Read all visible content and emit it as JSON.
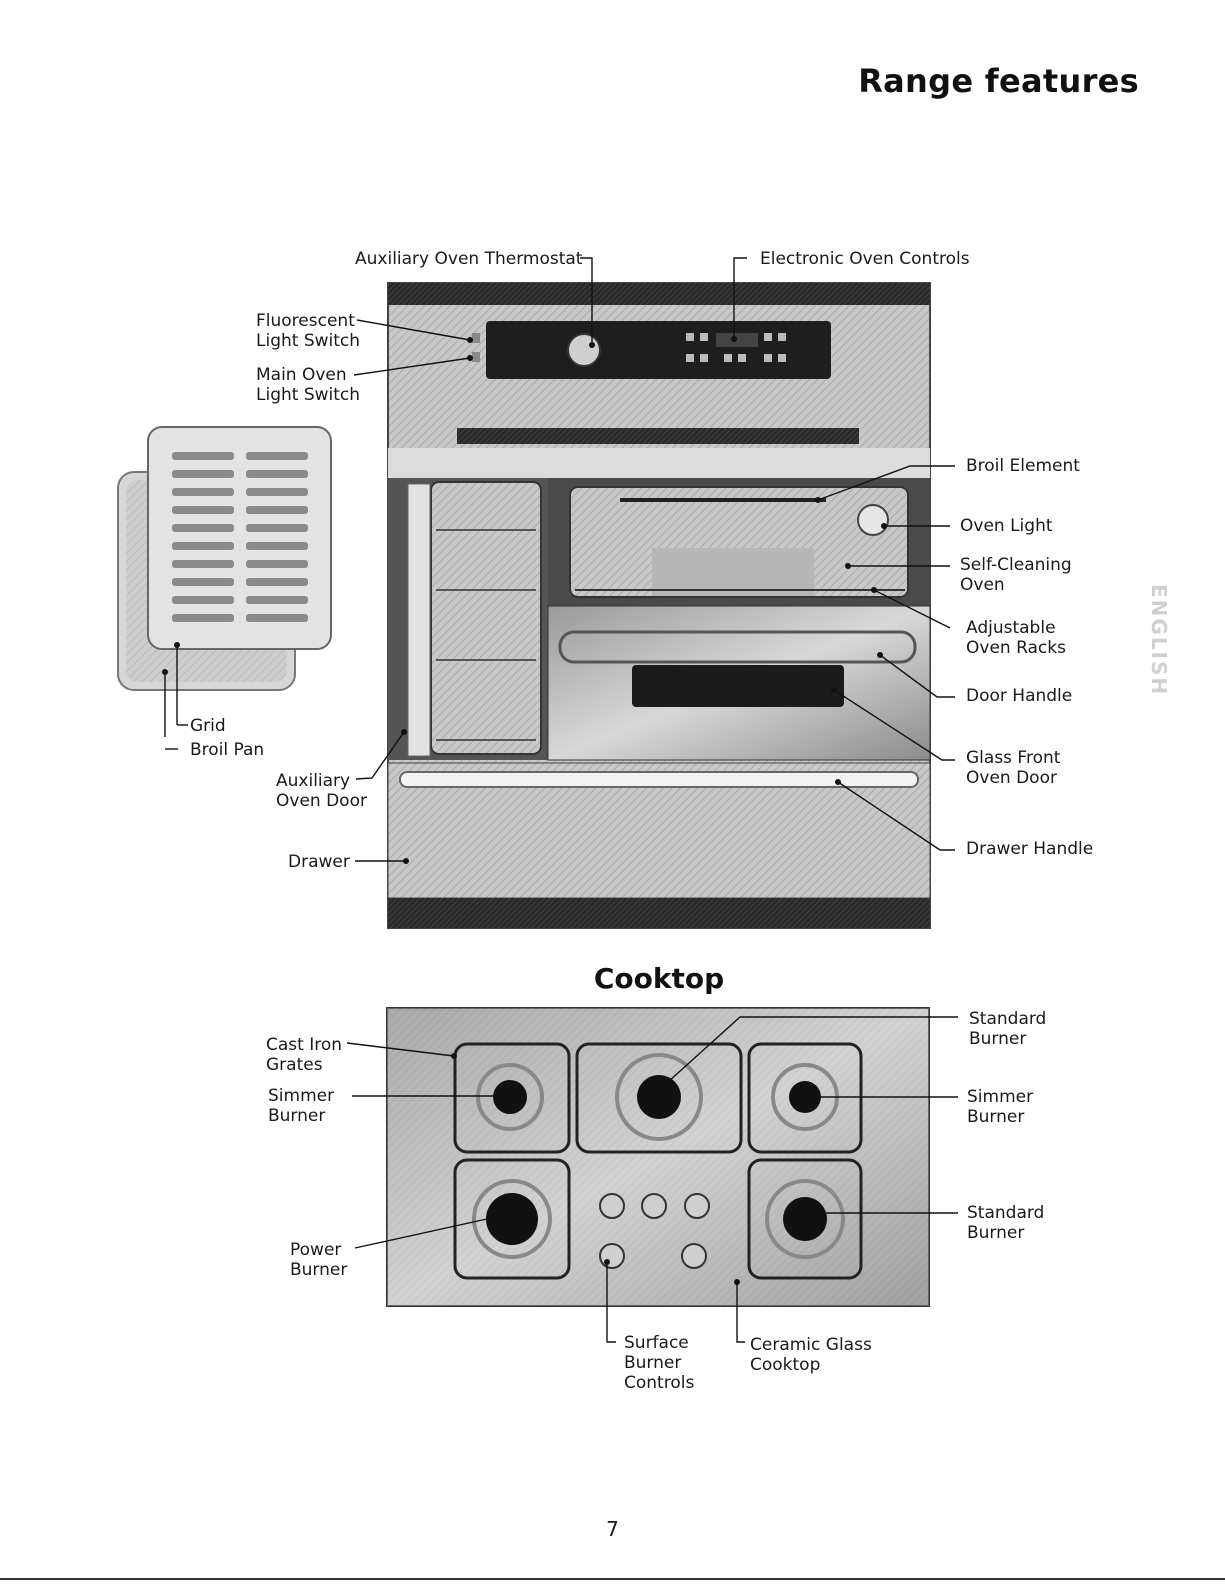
{
  "page_title": "Range features",
  "side_tab": "ENGLISH",
  "page_number": "7",
  "range_labels": {
    "aux_thermostat": "Auxiliary Oven Thermostat",
    "electronic_controls": "Electronic Oven Controls",
    "fluorescent_switch": [
      "Fluorescent",
      "Light Switch"
    ],
    "main_oven_switch": [
      "Main Oven",
      "Light Switch"
    ],
    "broil_element": "Broil Element",
    "oven_light": "Oven Light",
    "self_cleaning": [
      "Self-Cleaning",
      "Oven"
    ],
    "adjustable_racks": [
      "Adjustable",
      "Oven Racks"
    ],
    "door_handle": "Door Handle",
    "glass_front": [
      "Glass Front",
      "Oven Door"
    ],
    "drawer_handle": "Drawer Handle",
    "grid": "Grid",
    "broil_pan": "Broil Pan",
    "aux_door": [
      "Auxiliary",
      "Oven Door"
    ],
    "drawer": "Drawer"
  },
  "cooktop_title": "Cooktop",
  "cooktop_labels": {
    "cast_iron": [
      "Cast Iron",
      "Grates"
    ],
    "simmer_left": [
      "Simmer",
      "Burner"
    ],
    "power": [
      "Power",
      "Burner"
    ],
    "standard_top": [
      "Standard",
      "Burner"
    ],
    "simmer_right": [
      "Simmer",
      "Burner"
    ],
    "standard_right": [
      "Standard",
      "Burner"
    ],
    "surface_controls": [
      "Surface",
      "Burner",
      "Controls"
    ],
    "ceramic": [
      "Ceramic Glass",
      "Cooktop"
    ]
  }
}
